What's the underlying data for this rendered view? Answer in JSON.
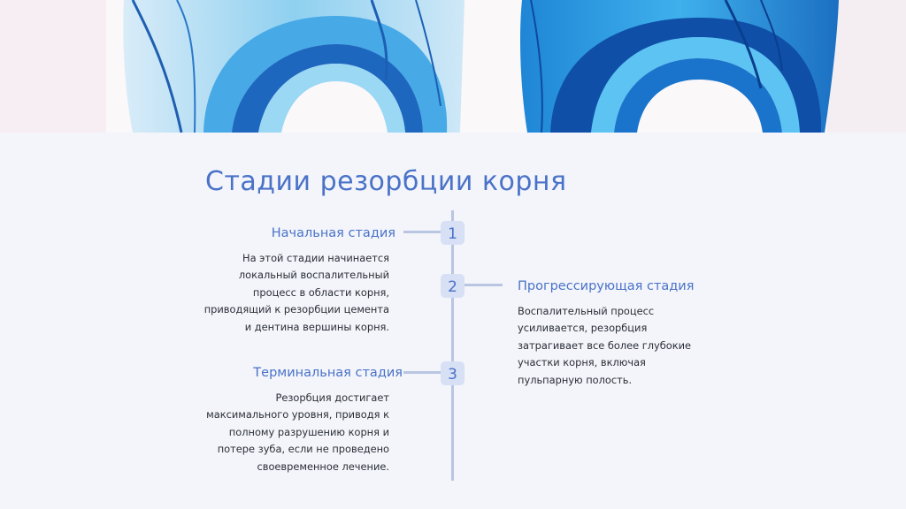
{
  "title": "Стадии резорбции корня",
  "stages": [
    {
      "number": "1",
      "title": "Начальная стадия",
      "text": "На этой стадии начинается локальный воспалительный процесс в области корня, приводящий к резорбции цемента и дентина вершины корня."
    },
    {
      "number": "2",
      "title": "Прогрессирующая стадия",
      "text": "Воспалительный процесс усиливается, резорбция затрагивает все более глубокие участки корня, включая пульпарную полость."
    },
    {
      "number": "3",
      "title": "Терминальная стадия",
      "text": "Резорбция достигает максимального уровня, приводя к полному разрушению корня и потере зуба, если не проведено своевременное лечение."
    }
  ],
  "colors": {
    "accent": "#4a72c8",
    "timeline": "#b9c6e2",
    "badge_bg": "#d7e0f4",
    "text": "#2b2e36",
    "background": "#f3f5fb"
  }
}
